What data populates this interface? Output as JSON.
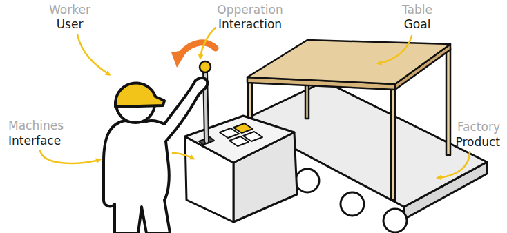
{
  "diagram": {
    "labels": [
      "Worker",
      "User",
      "Opperation",
      "Interaction",
      "Table",
      "Goal",
      "Machines",
      "Interface",
      "Factory",
      "Product"
    ]
  }
}
